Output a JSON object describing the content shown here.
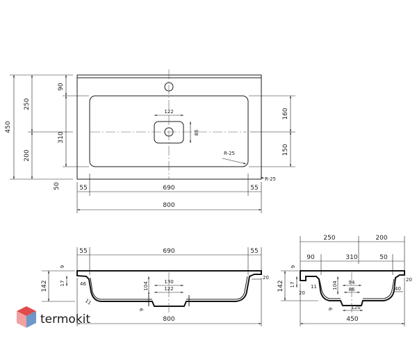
{
  "brand": {
    "name": "termokit",
    "colors": {
      "logo_red": "#e04b4b",
      "logo_pink": "#f2a0a0",
      "logo_blue": "#6f97c8",
      "logo_grey": "#b8b8b8",
      "ink": "#1a1a1a"
    },
    "icon": "cube-logo-icon"
  },
  "top_view": {
    "left_dims": {
      "total": "450",
      "upper": "250",
      "lower": "200",
      "bottom": "50"
    },
    "inner_left_dims": {
      "top": "90",
      "bowl": "310"
    },
    "right_dims": {
      "upper": "160",
      "lower": "150"
    },
    "drain": {
      "width": "122",
      "height": "86"
    },
    "radius_inner": "R-25",
    "radius_outer": "R-25",
    "bottom_dims": {
      "left": "55",
      "middle": "690",
      "right": "55",
      "total": "800"
    }
  },
  "front_section": {
    "top_dims": {
      "left": "55",
      "middle": "690",
      "right": "55"
    },
    "left_dims": {
      "height": "142",
      "rim_top": "9",
      "rim": "17"
    },
    "inner": {
      "wall": "46",
      "depth": "104",
      "drain_outer": "130",
      "drain_inner": "122",
      "angle": "11",
      "bottom": "9"
    },
    "right_dim": "20",
    "total": "800"
  },
  "side_section": {
    "top_dims": {
      "left": "250",
      "right": "200"
    },
    "mid_dims": {
      "left": "90",
      "middle": "310",
      "right": "50"
    },
    "left_dims": {
      "height": "142",
      "rim_top": "9",
      "rim": "17",
      "wall": "20"
    },
    "inner": {
      "gap": "11",
      "depth": "104",
      "drain_outer": "94",
      "drain_inner": "86",
      "base": "120",
      "bottom": "9"
    },
    "right_dims": {
      "top": "20",
      "side": "40"
    },
    "total": "450"
  }
}
